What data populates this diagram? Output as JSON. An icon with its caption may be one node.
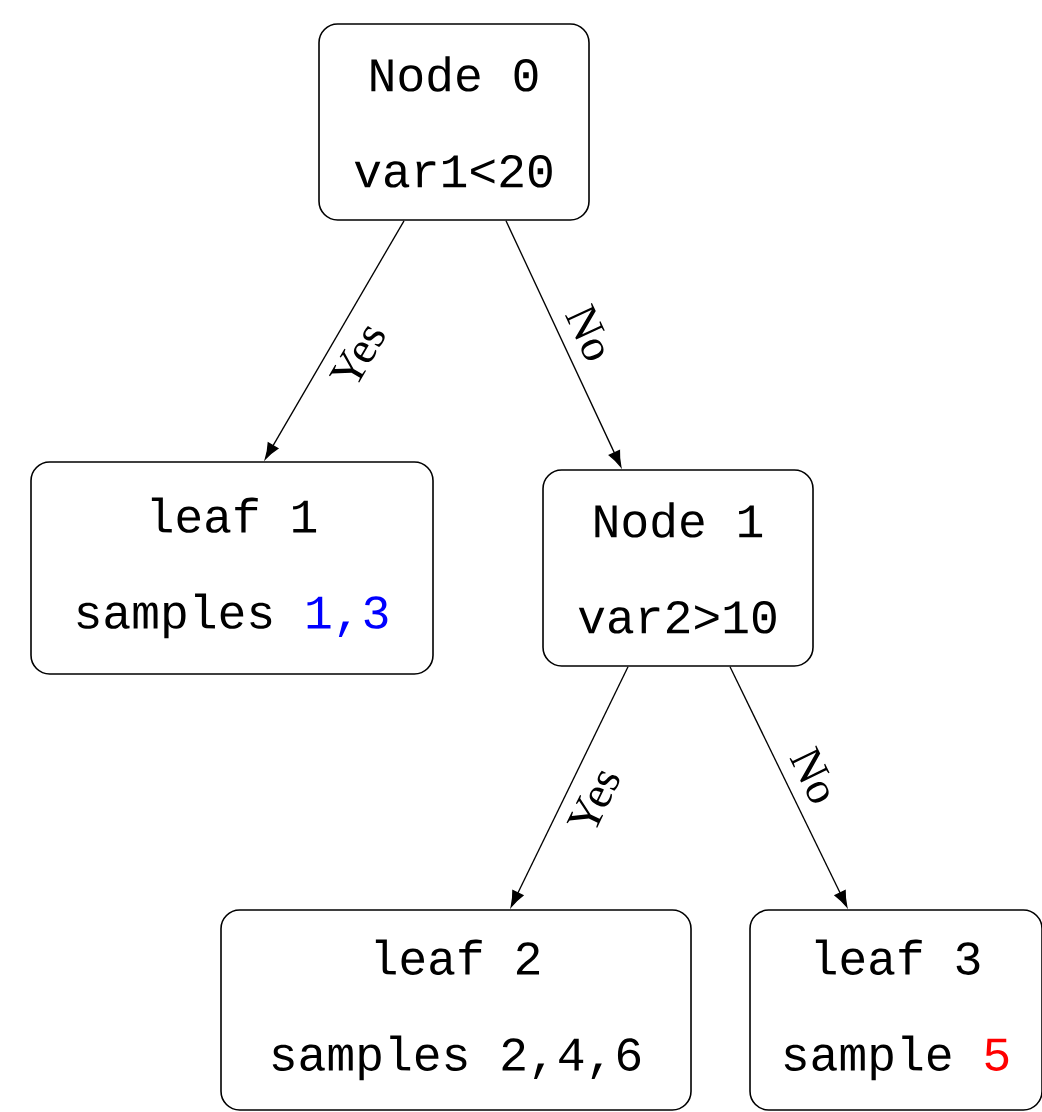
{
  "diagram": {
    "nodes": [
      {
        "text": [
          "Node 0",
          "var1<20"
        ]
      },
      {
        "text": [
          "leaf 1",
          "samples",
          "1,3"
        ]
      },
      {
        "text": [
          "Node 1",
          "var2>10"
        ]
      },
      {
        "text": [
          "leaf 2",
          "samples 2,4,6"
        ]
      },
      {
        "text": [
          "leaf 3",
          "sample",
          "5"
        ]
      }
    ],
    "edges": [
      {
        "from": 0,
        "to": 1,
        "arrow": "to",
        "label": "Yes"
      },
      {
        "from": 0,
        "to": 2,
        "arrow": "to",
        "label": "No"
      },
      {
        "from": 2,
        "to": 3,
        "arrow": "to",
        "label": "Yes"
      },
      {
        "from": 2,
        "to": 4,
        "arrow": "to",
        "label": "No"
      }
    ]
  }
}
